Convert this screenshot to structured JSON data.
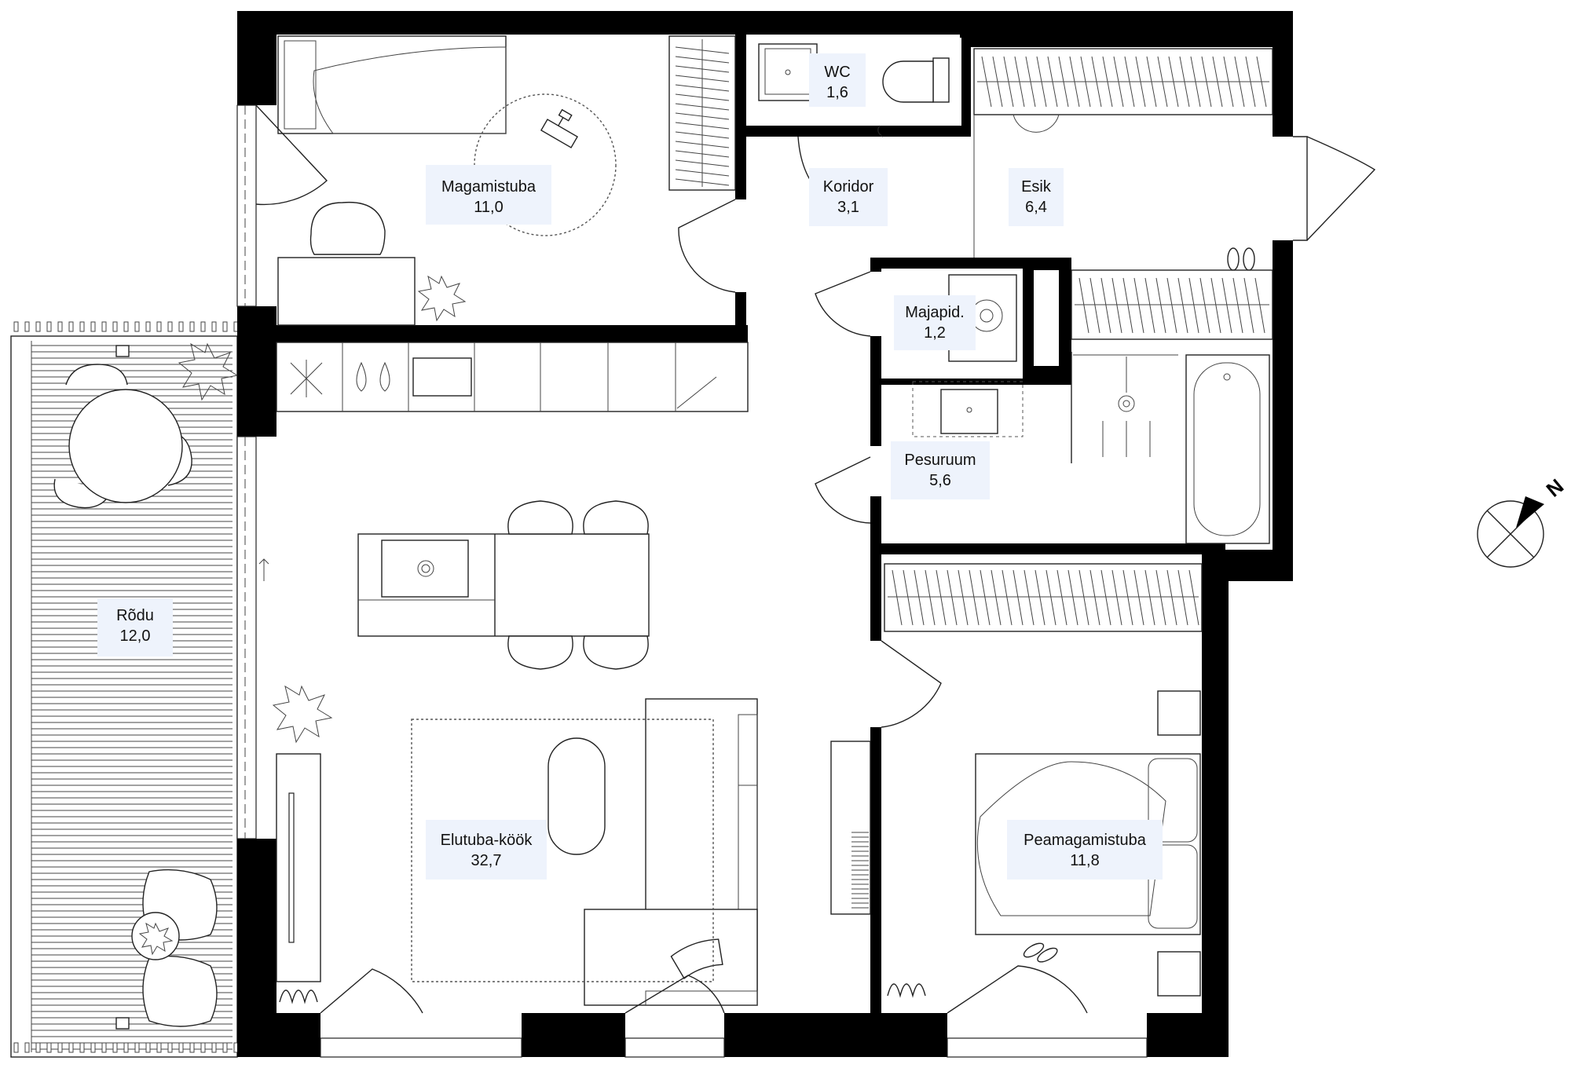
{
  "rooms": {
    "magamistuba": {
      "name": "Magamistuba",
      "area": "11,0"
    },
    "wc": {
      "name": "WC",
      "area": "1,6"
    },
    "koridor": {
      "name": "Koridor",
      "area": "3,1"
    },
    "esik": {
      "name": "Esik",
      "area": "6,4"
    },
    "majapid": {
      "name": "Majapid.",
      "area": "1,2"
    },
    "pesuruum": {
      "name": "Pesuruum",
      "area": "5,6"
    },
    "rodu": {
      "name": "Rõdu",
      "area": "12,0"
    },
    "elutuba": {
      "name": "Elutuba-köök",
      "area": "32,7"
    },
    "peamagamistuba": {
      "name": "Peamagamistuba",
      "area": "11,8"
    }
  },
  "compass": {
    "letter": "N",
    "icon": "north-arrow-icon"
  }
}
